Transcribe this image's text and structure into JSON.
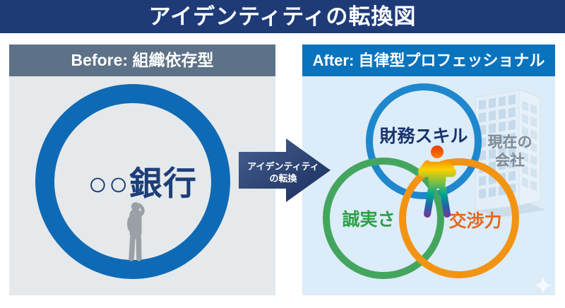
{
  "title": "アイデンティティの転換図",
  "before": {
    "header": "Before: 組織依存型",
    "circle_label": "○○銀行",
    "person_icon": "person-scratching-head-icon"
  },
  "arrow": {
    "line1": "アイデンティティ",
    "line2": "の転換"
  },
  "after": {
    "header": "After: 自律型プロフェッショナル",
    "skills": [
      {
        "label": "財務スキル",
        "ring_color": "#1e87cd",
        "text_color": "#19346d"
      },
      {
        "label": "誠実さ",
        "ring_color": "#44a65e",
        "text_color": "#2f9e49"
      },
      {
        "label": "交渉力",
        "ring_color": "#f39312",
        "text_color": "#e5671d"
      }
    ],
    "company_label_line1": "現在の",
    "company_label_line2": "会社",
    "person_icon": "rainbow-person-icon",
    "building_icon": "office-building-icon",
    "sparkle_icon": "sparkle-icon"
  },
  "colors": {
    "title_bar": "#1e3b78",
    "before_header": "#5d7288",
    "before_panel_bg": "#e6e9eb",
    "before_ring": "#0f6ab5",
    "bank_text": "#1c3e79",
    "after_header": "#0a73be",
    "after_panel_bg": "#dcecf8",
    "arrow_gradient_light": "#44608f",
    "arrow_gradient_dark": "#1b2c5e",
    "company_text": "#7f8a94"
  }
}
